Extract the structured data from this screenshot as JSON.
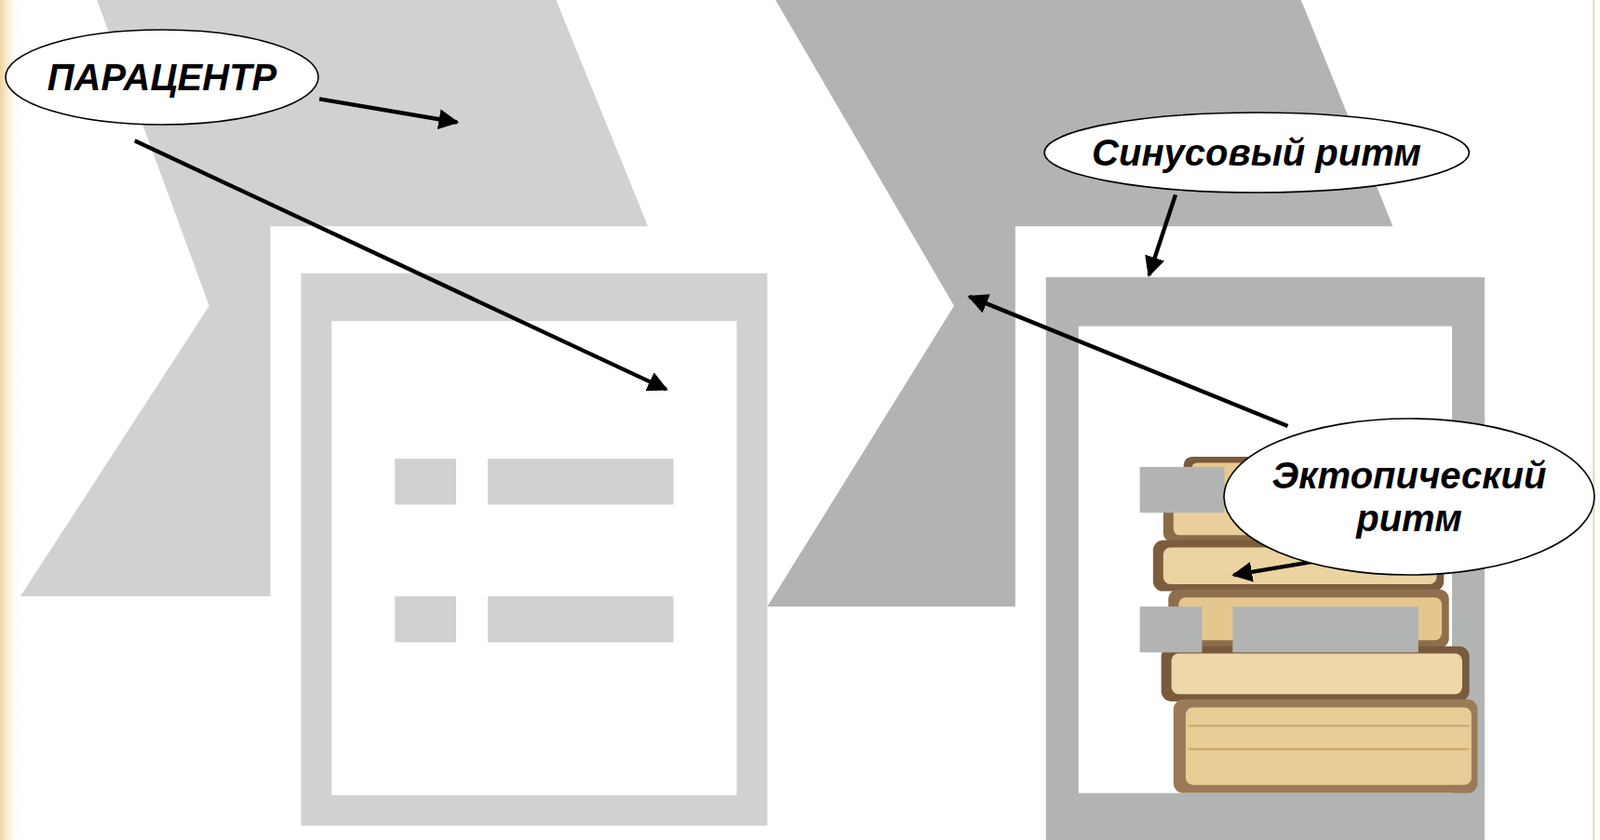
{
  "diagram": {
    "nodes": [
      {
        "text": [
          "ПАРАЦЕНТР"
        ]
      },
      {
        "text": [
          "Синусовый ритм"
        ]
      },
      {
        "text": [
          "Эктопический ритм"
        ]
      }
    ]
  }
}
